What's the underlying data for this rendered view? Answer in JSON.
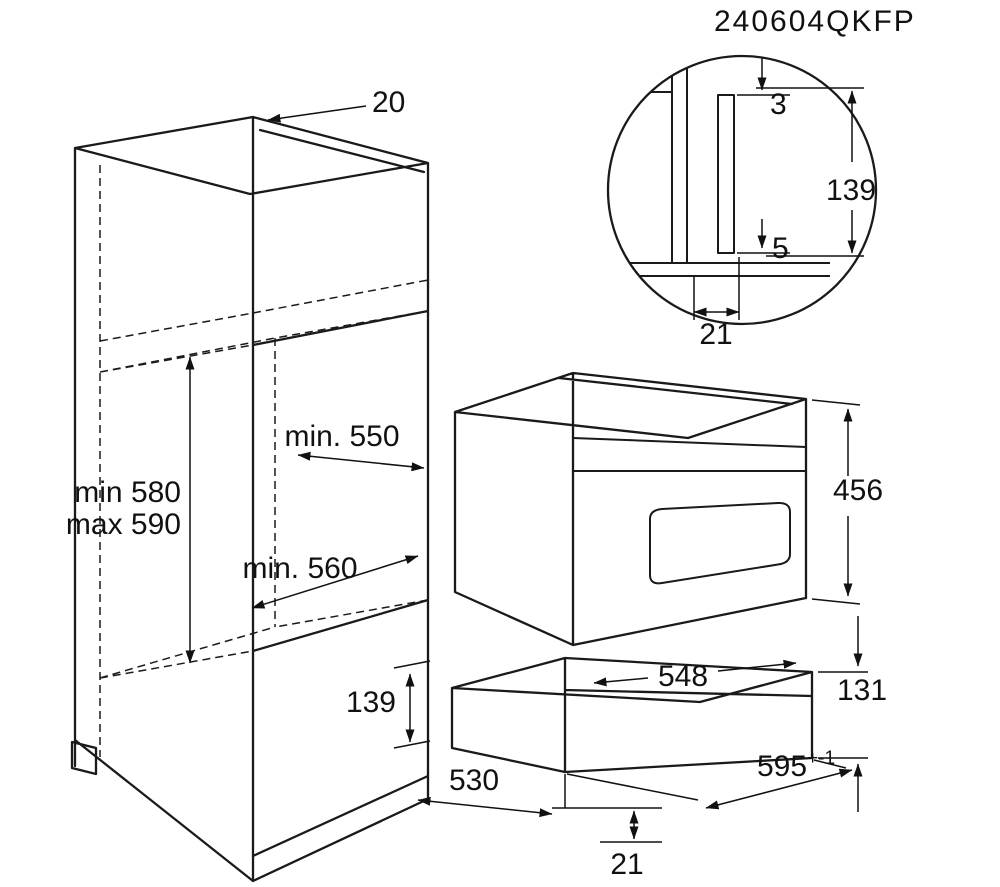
{
  "title": "240604QKFP",
  "colors": {
    "line": "#1a1a1a",
    "text": "#111111",
    "background": "#ffffff"
  },
  "cabinet": {
    "dims": {
      "top_gap": "20",
      "niche_height_min": "min 580",
      "niche_height_max": "max 590",
      "niche_depth": "min. 550",
      "niche_width": "min. 560",
      "bottom_height": "139",
      "bottom_depth": "530"
    }
  },
  "detail": {
    "top_gap": "3",
    "panel_height": "139",
    "bottom_overlap": "5",
    "panel_depth": "21"
  },
  "oven": {
    "height": "456",
    "body_width": "548"
  },
  "drawer": {
    "height": "131",
    "front_width": "595",
    "front_width_tolerance": "+-1",
    "plinth_recess": "21"
  }
}
